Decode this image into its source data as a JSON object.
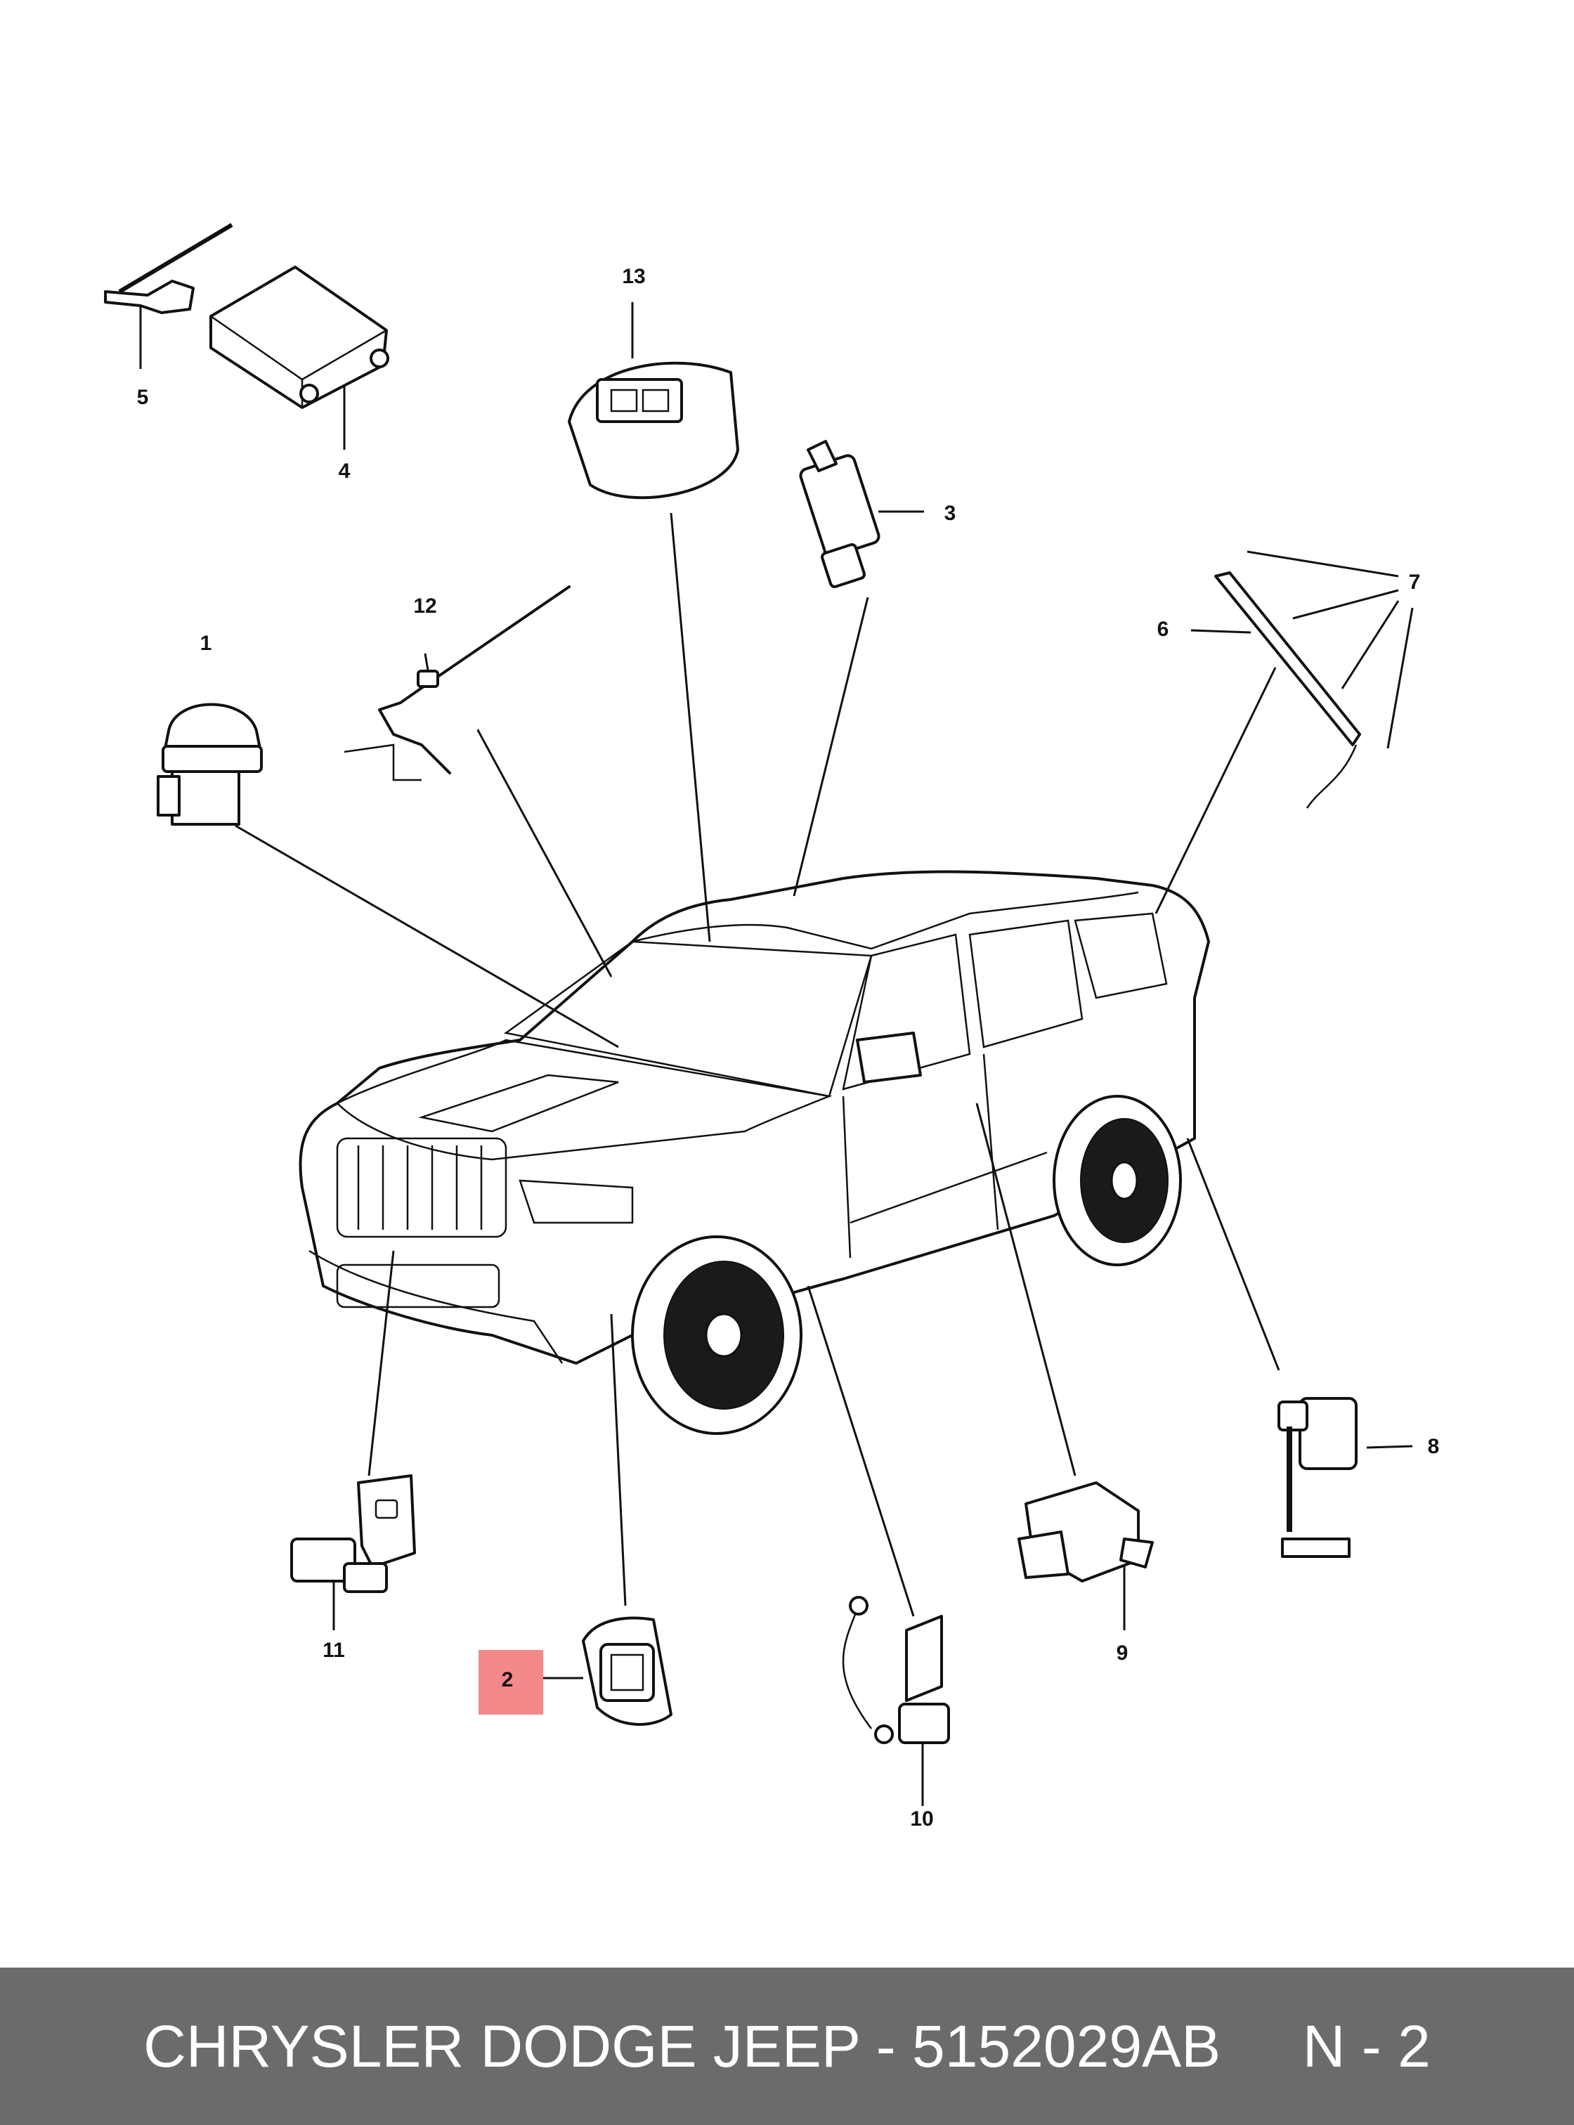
{
  "callouts": [
    "1",
    "2",
    "3",
    "4",
    "5",
    "6",
    "7",
    "8",
    "9",
    "10",
    "11",
    "12",
    "13"
  ],
  "highlighted_callout": "2",
  "highlight_color": "#f4898c",
  "footer": {
    "text": "CHRYSLER DODGE JEEP - 5152029AB     N - 2",
    "background": "#6b6b6b",
    "color": "#ffffff"
  }
}
